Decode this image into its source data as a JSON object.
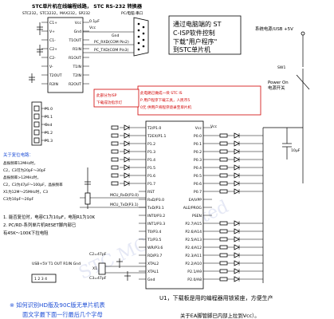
{
  "title_text": "STC单片机在线编程线路， STC RS-232 转换器",
  "max_ic": {
    "model": "STC232，STC3232，MAX232，SP232",
    "left_pins": [
      "C1+",
      "V+",
      "C1-",
      "C2+",
      "C2-",
      "V-",
      "T2OUT",
      "R2IN"
    ],
    "right_pins": [
      "Vcc",
      "Gnd",
      "T1OUT",
      "R1IN",
      "R1OUT",
      "T1IN",
      "T2IN",
      "R2OUT"
    ],
    "cap_label": "0.1μF",
    "vcc": "Vcc"
  },
  "db9": {
    "label": "PC/电脑 串口",
    "rxd": "PC_RXD(COM Pin2)",
    "txd": "PC_TXD(COM Pin3)",
    "gnd": "Gnd"
  },
  "note_box": "通过电脑端的 STC-ISP软件控制 下载\"用户程序\" 到STC单片机",
  "power": {
    "label": "系统电源/USB +5V",
    "switch": "SW1",
    "switch_label": "Power On 电源开关",
    "cap": "10μF",
    "vcc": "Vcc"
  },
  "isp_note": "此电路已做成一块 STC ISP 用户程序下载工具，人民币50元 供用户将程序烧录至单片机",
  "led_note": "此部分为ISP 下载成功指示灯",
  "mcu_left_pins": [
    "T2/P1.0",
    "T2EX/P1.1",
    "P1.2",
    "P1.3",
    "P1.4",
    "P1.5",
    "P1.6",
    "P1.7",
    "RST",
    "RxD/P3.0",
    "TxD/P3.1",
    "INT0/P3.2",
    "INT1/P3.3",
    "T0/P3.4",
    "T1/P3.5",
    "WR/P3.6",
    "RD/P3.7",
    "XTAL2",
    "XTAL1",
    "Gnd"
  ],
  "mcu_right_pins": [
    "Vcc",
    "P0.0",
    "P0.1",
    "P0.2",
    "P0.3",
    "P0.4",
    "P0.5",
    "P0.6",
    "P0.7",
    "EA/VPP",
    "ALE/PROG",
    "PSEN",
    "P2.7/A15",
    "P2.6/A14",
    "P2.5/A13",
    "P2.4/A12",
    "P2.3/A11",
    "P2.2/A10",
    "P2.1/A9",
    "P2.0/A8"
  ],
  "mcu_nets": {
    "rxd": "MCU_RxD(P3.0)",
    "txd": "MCU_TxD(P3.1)",
    "gnd": "Gnd"
  },
  "reset_title": "关于复位电路：",
  "reset_lines": [
    "晶振频率12MHz时，",
    "C2，C3可为20pF～30pF",
    "晶振频率>12MHz时，",
    "C2，C3为47pF～100pF，晶振频率",
    "X1为12M～25MHz时，C3",
    "C3为10pF～20pF"
  ],
  "notes": [
    "1. 能否复位时，电容C1为10μF，电阻R1为10K",
    "2. PC/RD-系列单片机RESET脚内部已",
    "   有45K～100K下拉电阻"
  ],
  "small_pins": [
    "P1.0",
    "P1.1",
    "Gnd",
    "P1.2",
    "P1.3"
  ],
  "usb": {
    "label": "USB+5V T1 OUT R1IN Gnd",
    "pins": "1 2 3 4"
  },
  "crystal": {
    "c2": "C2=47pF",
    "c3": "C3=47pF",
    "x1": "X1"
  },
  "bottom_left_1": "※ 如何识别HD版及90C版无单片机表",
  "bottom_left_2": "面文字最下面一行最后几个字母",
  "bottom_mid": "U1，下载板是用的编程器用锁紧座，方便生产",
  "bottom_right": "关于EA脚管脚已内部上拉到Vcc）。",
  "watermark": "STC MCU Limited",
  "colors": {
    "red": "#d10000",
    "blue": "#1f4fd6"
  }
}
